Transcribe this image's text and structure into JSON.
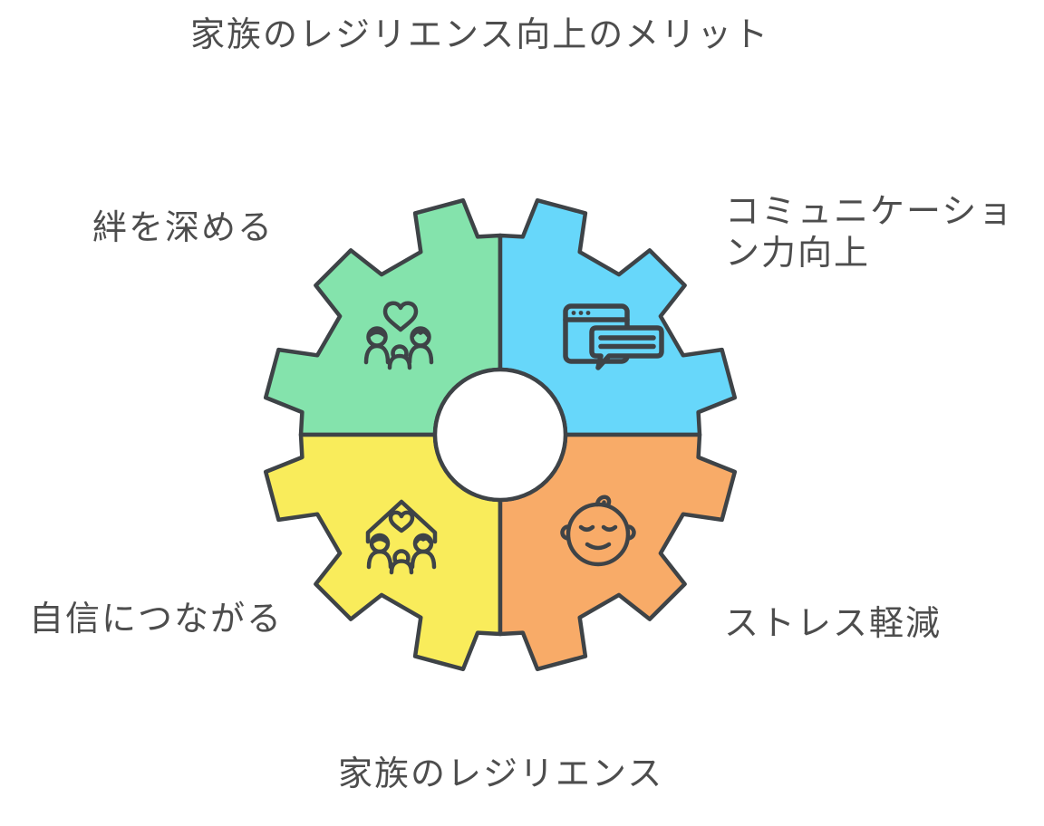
{
  "title": "家族のレジリエンス向上のメリット",
  "caption": "家族のレジリエンス",
  "quadrants": [
    {
      "key": "bond",
      "position": "top-left",
      "label": "絆を深める",
      "color": "#84E3AC",
      "icon": "family-heart-icon"
    },
    {
      "key": "communication",
      "position": "top-right",
      "label": "コミュニケーション力向上",
      "color": "#67D7FA",
      "icon": "browser-chat-icon"
    },
    {
      "key": "confidence",
      "position": "bottom-left",
      "label": "自信につながる",
      "color": "#F9EC5B",
      "icon": "house-family-heart-icon"
    },
    {
      "key": "stress",
      "position": "bottom-right",
      "label": "ストレス軽減",
      "color": "#F8AB68",
      "icon": "baby-face-icon"
    }
  ],
  "colors": {
    "outline": "#3E4347",
    "text": "#4D4D4D",
    "hub": "#FFFFFF",
    "background": "#FFFFFF"
  }
}
